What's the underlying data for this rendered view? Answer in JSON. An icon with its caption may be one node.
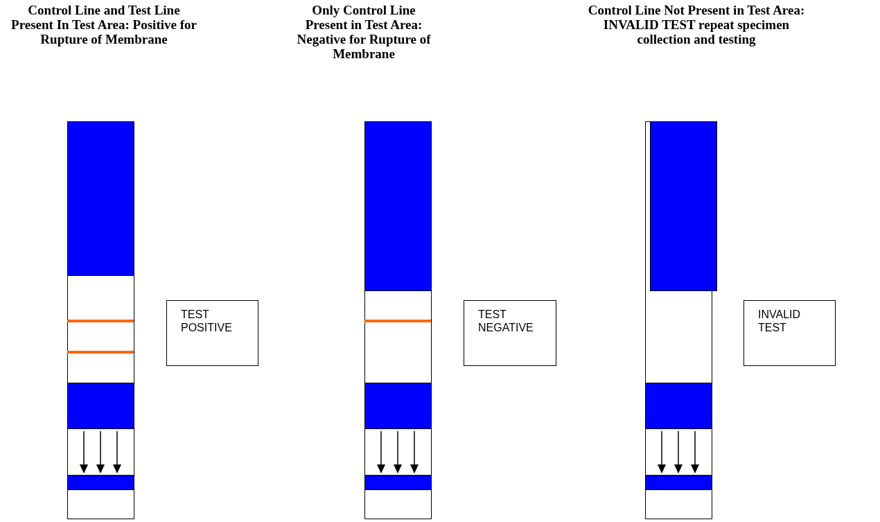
{
  "diagram": {
    "nodes": [
      {
        "text": [
          "TEST POSITIVE"
        ]
      },
      {
        "text": [
          "TEST NEGATIVE"
        ]
      },
      {
        "text": [
          "INVALID TEST"
        ]
      }
    ],
    "edges": [],
    "labels": [
      "Control Line and Test Line Present In Test Area: Positive for Rupture of Membrane",
      "Only Control Line Present in Test Area: Negative for Rupture of Membrane",
      "Control Line Not Present in Test Area: INVALID TEST repeat specimen collection and testing"
    ]
  }
}
